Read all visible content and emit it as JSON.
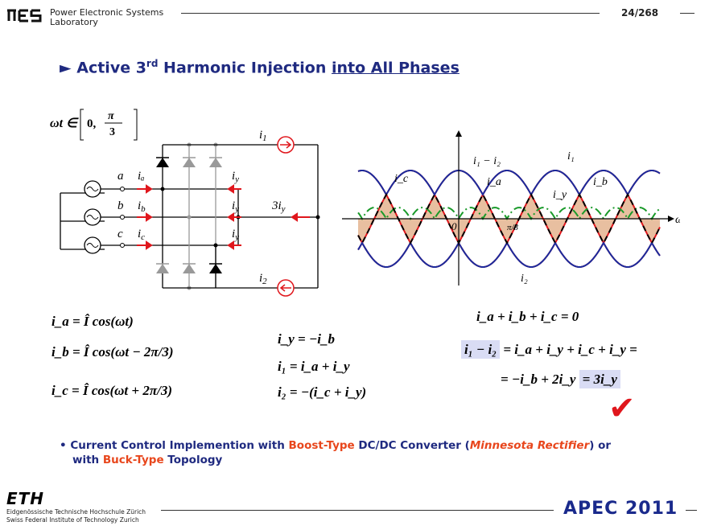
{
  "header": {
    "lab_line1": "Power Electronic Systems",
    "lab_line2": "Laboratory",
    "page_number": "24/268"
  },
  "title": {
    "arrow": "►",
    "prefix": "Active 3",
    "sup": "rd",
    "middle": " Harmonic Injection ",
    "underlined": "into All Phases"
  },
  "circuit": {
    "interval": "ωt ∈ [0, π/3]",
    "phase_labels": [
      "a",
      "b",
      "c"
    ],
    "current_labels": [
      "iₐ",
      "i_b",
      "i_c"
    ],
    "iy_label": "i_y",
    "three_iy": "3i_y",
    "i1": "i₁",
    "i2": "i₂"
  },
  "waveform": {
    "labels": {
      "i1_minus_i2": "i₁ − i₂",
      "i1": "i₁",
      "ic": "i_c",
      "ia": "i_a",
      "ib": "i_b",
      "iy": "i_y",
      "i2": "i₂",
      "origin": "0",
      "pi_over_3": "π/3",
      "omega_t": "ωt"
    },
    "colors": {
      "blue": "#1a2a9c",
      "red": "#e0161c",
      "green": "#1a9a2a",
      "black": "#000000",
      "fill": "#e8bfa0"
    }
  },
  "equations": {
    "ia": "i_a = Î cos(ωt)",
    "ib": "i_b = Î cos(ωt − 2π/3)",
    "ic": "i_c = Î cos(ωt + 2π/3)",
    "iy": "i_y = −i_b",
    "i1": "i₁ = i_a + i_y",
    "i2": "i₂ = −(i_c + i_y)",
    "sum": "i_a + i_b + i_c = 0",
    "diff_lhs": "i₁ − i₂",
    "diff_rhs": "= i_a + i_y + i_c + i_y =",
    "result_lhs": "= −i_b + 2i_y",
    "result_rhs": "= 3i_y",
    "checkmark": "✔"
  },
  "bullet": {
    "dot": "•",
    "part1": "Current Control Implemention with ",
    "boost": "Boost-Type",
    "part2": " DC/DC Converter (",
    "minnesota": "Minnesota Rectifier",
    "part3": ") or",
    "part4": "with ",
    "buck": "Buck-Type",
    "part5": " Topology"
  },
  "footer": {
    "eth_logo": "ETH",
    "eth_line1": "Eidgenössische Technische Hochschule Zürich",
    "eth_line2": "Swiss Federal Institute of Technology Zurich",
    "conference": "APEC 2011"
  }
}
